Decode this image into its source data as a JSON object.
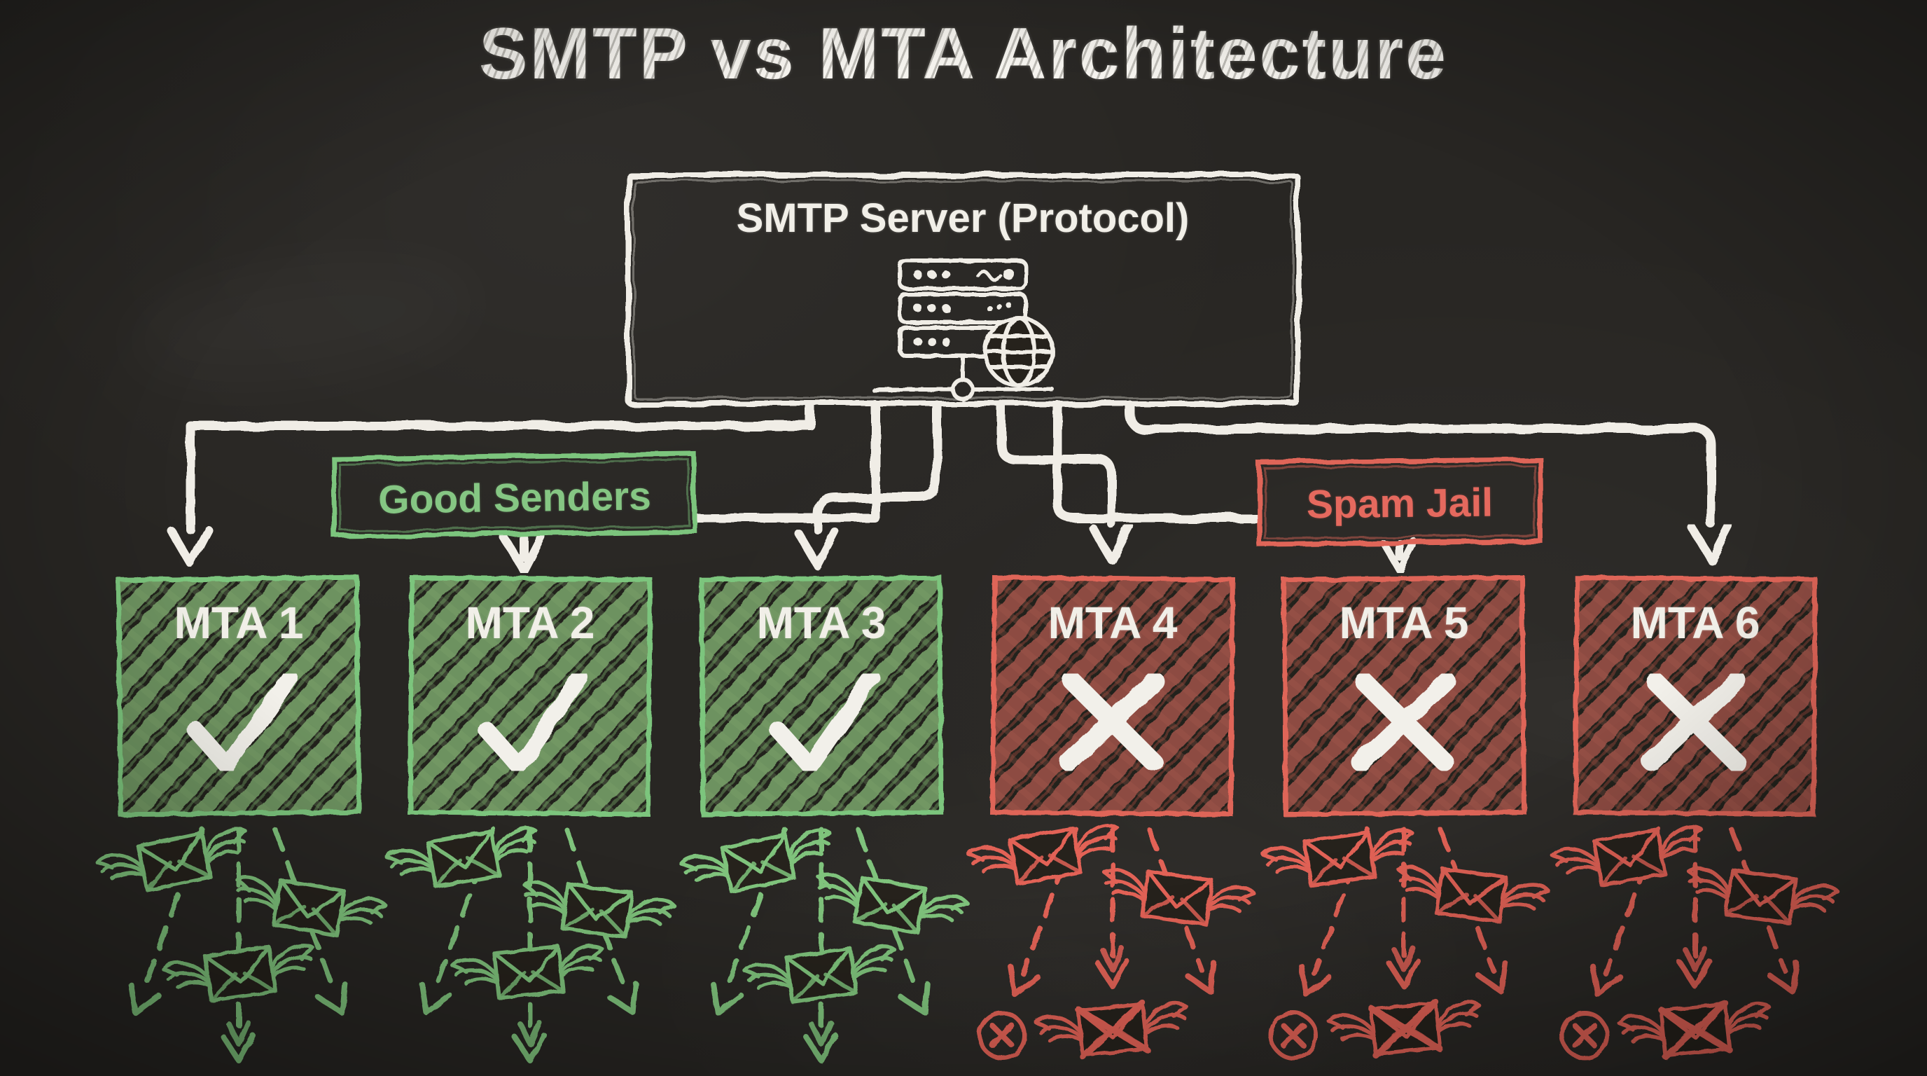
{
  "title": "SMTP vs MTA Architecture",
  "server": {
    "label": "SMTP Server (Protocol)",
    "icon": "server-rack-globe-icon"
  },
  "branches": {
    "good": {
      "label": "Good Senders",
      "color": "#85c683"
    },
    "spam": {
      "label": "Spam Jail",
      "color": "#e5695e"
    }
  },
  "mtas": [
    {
      "label": "MTA 1",
      "group": "good-senders",
      "mark": "check"
    },
    {
      "label": "MTA 2",
      "group": "good-senders",
      "mark": "check"
    },
    {
      "label": "MTA 3",
      "group": "good-senders",
      "mark": "check"
    },
    {
      "label": "MTA 4",
      "group": "spam-jail",
      "mark": "cross"
    },
    {
      "label": "MTA 5",
      "group": "spam-jail",
      "mark": "cross"
    },
    {
      "label": "MTA 6",
      "group": "spam-jail",
      "mark": "cross"
    }
  ],
  "icons": {
    "good_delivery": "winged-envelope-icon",
    "spam_delivery": "crossed-envelope-icon",
    "blocked": "circled-x-icon"
  },
  "colors": {
    "board": "#282623",
    "chalk_white": "#f1efe8",
    "green_line": "#7cc57d",
    "green_fill": "#6d9260",
    "red_line": "#df6559",
    "red_fill": "#8d4b42"
  }
}
